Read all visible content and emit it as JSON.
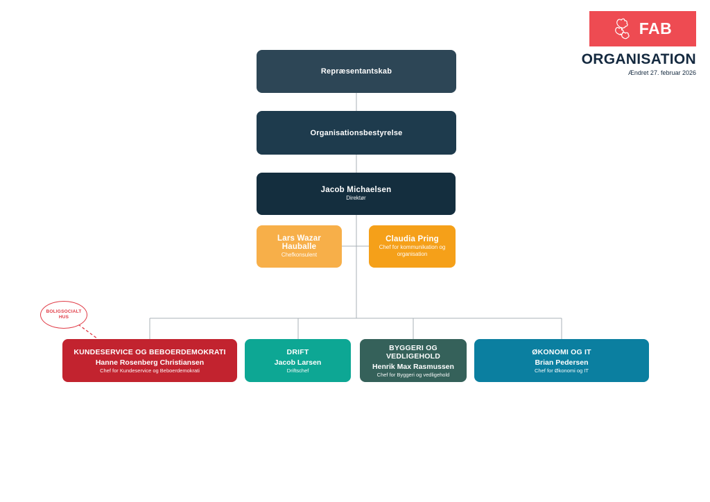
{
  "header": {
    "logo_text": "FAB",
    "title": "ORGANISATION",
    "modified": "Ændret 27. februar 2026"
  },
  "colors": {
    "slate": "#2D4656",
    "slate_dark": "#1E3B4D",
    "navy": "#142E3E",
    "orange_light": "#F7AF49",
    "orange": "#F5A019",
    "red": "#C2232F",
    "teal": "#0DA794",
    "teal_dark": "#35615A",
    "blue": "#0B7FA0",
    "logo_red": "#EE4B52",
    "title_navy": "#14293F",
    "line_gray": "#A9B1B7",
    "callout_red": "#E03A45"
  },
  "nodes": {
    "representantskab": {
      "title": "Repræsentantskab"
    },
    "bestyrelse": {
      "title": "Organisationsbestyrelse"
    },
    "direktor": {
      "name": "Jacob Michaelsen",
      "role": "Direktør"
    },
    "staff": [
      {
        "name": "Lars Wazar Hauballe",
        "role": "Chefkonsulent"
      },
      {
        "name": "Claudia Pring",
        "role": "Chef for kommunikation og organisation"
      }
    ],
    "departments": [
      {
        "title": "KUNDESERVICE OG BEBOERDEMOKRATI",
        "name": "Hanne Rosenberg Christiansen",
        "role": "Chef for Kundeservice og Beboerdemokrati"
      },
      {
        "title": "DRIFT",
        "name": "Jacob Larsen",
        "role": "Driftschef"
      },
      {
        "title": "BYGGERI OG VEDLIGEHOLD",
        "name": "Henrik Max Rasmussen",
        "role": "Chef for Byggeri og vedligehold"
      },
      {
        "title": "ØKONOMI OG IT",
        "name": "Brian Pedersen",
        "role": "Chef for Økonomi og IT"
      }
    ]
  },
  "callout": {
    "line1": "BOLIGSOCIALT",
    "line2": "HUS"
  }
}
